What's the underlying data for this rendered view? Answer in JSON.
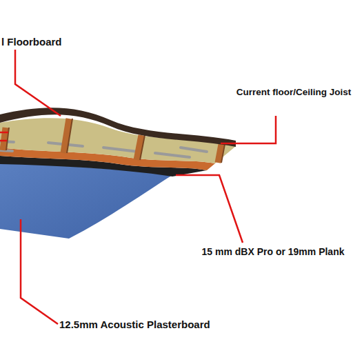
{
  "diagram": {
    "labels": [
      "l Floorboard",
      "Current floor/Ceiling Joist",
      "15 mm dBX Pro or 19mm Plank",
      "12.5mm Acoustic Plasterboard"
    ]
  }
}
